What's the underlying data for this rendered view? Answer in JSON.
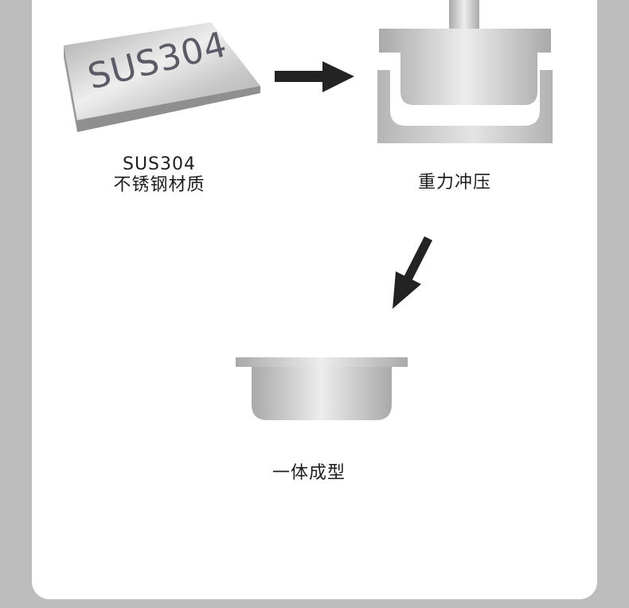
{
  "diagram": {
    "steps": [
      {
        "name": "plate",
        "plate_text": "SUS304",
        "caption_line1": "SUS304",
        "caption_line2": "不锈钢材质"
      },
      {
        "name": "press",
        "caption": "重力冲压"
      },
      {
        "name": "formed",
        "caption": "一体成型"
      }
    ],
    "arrow_color": "#232323",
    "metal_color": "#b9b9b9",
    "background_color": "#bdbdbd"
  }
}
